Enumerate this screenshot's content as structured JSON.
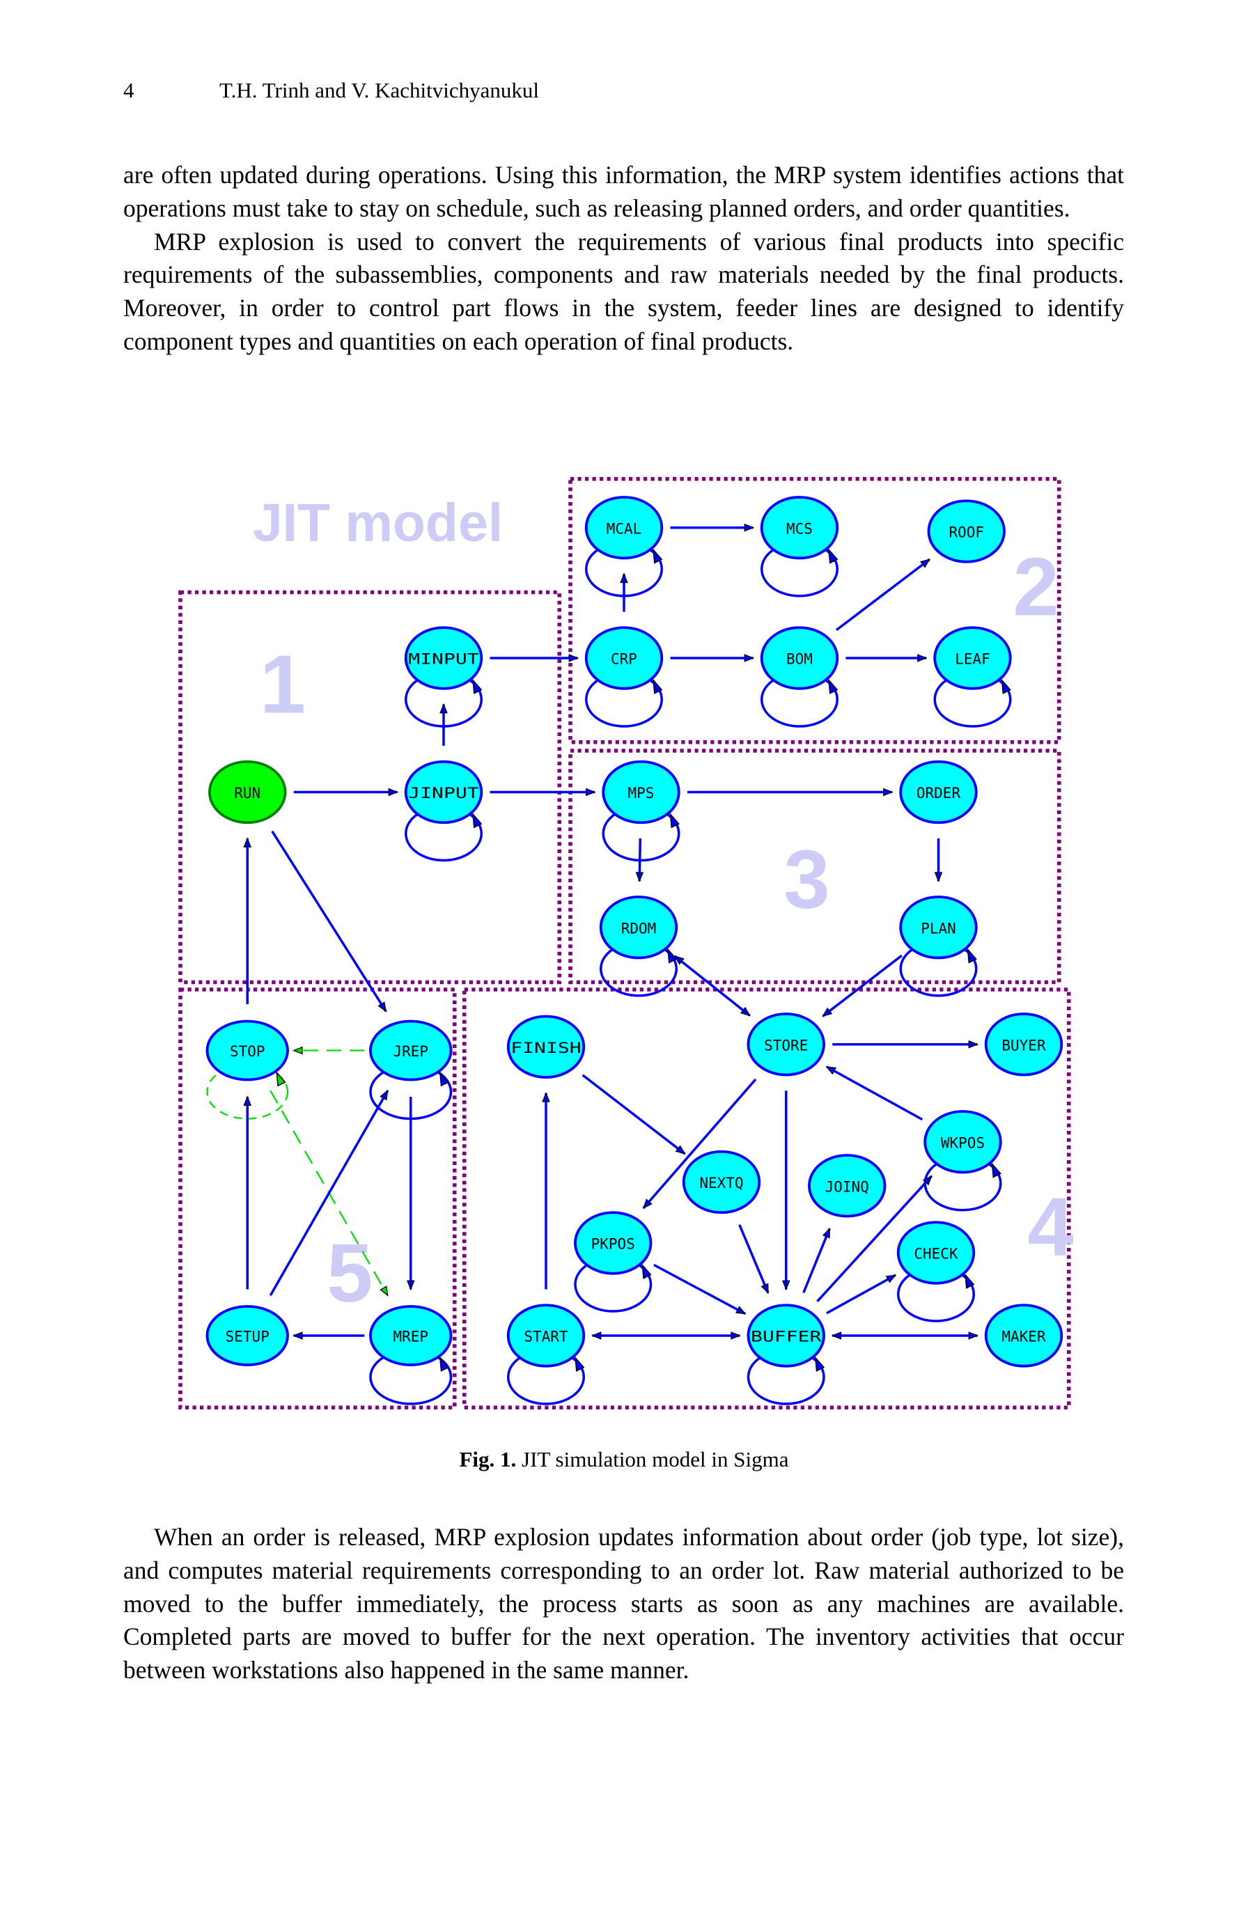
{
  "header": {
    "page_number": "4",
    "authors": "T.H. Trinh and V. Kachitvichyanukul"
  },
  "paragraphs_top": [
    {
      "indent": false,
      "text": "are often updated during operations. Using this information, the MRP system identifies actions that operations must take to stay on schedule, such as releasing planned orders, and order quantities."
    },
    {
      "indent": true,
      "text": "MRP explosion is used to convert the requirements of various final products into specific requirements of the subassemblies, components and raw materials needed by the final products. Moreover, in order to control part flows in the system, feeder lines are designed to identify component types and quantities on each operation of final products."
    }
  ],
  "figure": {
    "title": "JIT model",
    "colors": {
      "node_fill": "#00ffff",
      "node_stroke": "#0000ff",
      "run_fill": "#00ff00",
      "run_stroke": "#008000",
      "edge": "#0000ff",
      "dashed_edge": "#00dd00",
      "group_border": "#800080",
      "watermark": "#ccccf7"
    },
    "groups": [
      {
        "label": "1"
      },
      {
        "label": "2"
      },
      {
        "label": "3"
      },
      {
        "label": "4"
      },
      {
        "label": "5"
      }
    ],
    "nodes": [
      {
        "id": "MCAL",
        "label": "MCAL",
        "self_loop": true
      },
      {
        "id": "MCS",
        "label": "MCS",
        "self_loop": true
      },
      {
        "id": "ROOF",
        "label": "ROOF",
        "self_loop": false
      },
      {
        "id": "CRP",
        "label": "CRP",
        "self_loop": true
      },
      {
        "id": "BOM",
        "label": "BOM",
        "self_loop": true
      },
      {
        "id": "LEAF",
        "label": "LEAF",
        "self_loop": true
      },
      {
        "id": "MINPUT",
        "label": "MINPUT",
        "self_loop": true
      },
      {
        "id": "RUN",
        "label": "RUN",
        "self_loop": false,
        "start": true
      },
      {
        "id": "JINPUT",
        "label": "JINPUT",
        "self_loop": true
      },
      {
        "id": "MPS",
        "label": "MPS",
        "self_loop": true
      },
      {
        "id": "ORDER",
        "label": "ORDER",
        "self_loop": false
      },
      {
        "id": "RDOM",
        "label": "RDOM",
        "self_loop": true
      },
      {
        "id": "PLAN",
        "label": "PLAN",
        "self_loop": true
      },
      {
        "id": "STOP",
        "label": "STOP",
        "self_loop": "dashed"
      },
      {
        "id": "JREP",
        "label": "JREP",
        "self_loop": true
      },
      {
        "id": "FINISH",
        "label": "FINISH",
        "self_loop": false
      },
      {
        "id": "STORE",
        "label": "STORE",
        "self_loop": false
      },
      {
        "id": "BUYER",
        "label": "BUYER",
        "self_loop": false
      },
      {
        "id": "WKPOS",
        "label": "WKPOS",
        "self_loop": true
      },
      {
        "id": "NEXTQ",
        "label": "NEXTQ",
        "self_loop": false
      },
      {
        "id": "JOINQ",
        "label": "JOINQ",
        "self_loop": false
      },
      {
        "id": "PKPOS",
        "label": "PKPOS",
        "self_loop": true
      },
      {
        "id": "CHECK",
        "label": "CHECK",
        "self_loop": true
      },
      {
        "id": "SETUP",
        "label": "SETUP",
        "self_loop": false
      },
      {
        "id": "MREP",
        "label": "MREP",
        "self_loop": true
      },
      {
        "id": "START",
        "label": "START",
        "self_loop": true
      },
      {
        "id": "BUFFER",
        "label": "BUFFER",
        "self_loop": true
      },
      {
        "id": "MAKER",
        "label": "MAKER",
        "self_loop": false
      }
    ],
    "edges": [
      {
        "from": "MCAL",
        "to": "MCS"
      },
      {
        "from": "CRP",
        "to": "MCAL"
      },
      {
        "from": "CRP",
        "to": "BOM"
      },
      {
        "from": "BOM",
        "to": "ROOF"
      },
      {
        "from": "BOM",
        "to": "LEAF"
      },
      {
        "from": "MINPUT",
        "to": "CRP"
      },
      {
        "from": "JINPUT",
        "to": "MINPUT"
      },
      {
        "from": "RUN",
        "to": "JINPUT"
      },
      {
        "from": "JINPUT",
        "to": "MPS"
      },
      {
        "from": "RUN",
        "to": "JREP"
      },
      {
        "from": "STOP",
        "to": "RUN"
      },
      {
        "from": "MPS",
        "to": "ORDER"
      },
      {
        "from": "MPS",
        "to": "RDOM"
      },
      {
        "from": "ORDER",
        "to": "PLAN"
      },
      {
        "from": "RDOM",
        "to": "STORE",
        "bidirectional": true
      },
      {
        "from": "PLAN",
        "to": "STORE"
      },
      {
        "from": "STORE",
        "to": "BUYER"
      },
      {
        "from": "WKPOS",
        "to": "STORE"
      },
      {
        "from": "STORE",
        "to": "PKPOS"
      },
      {
        "from": "STORE",
        "to": "BUFFER"
      },
      {
        "from": "FINISH",
        "to": "NEXTQ"
      },
      {
        "from": "START",
        "to": "FINISH"
      },
      {
        "from": "NEXTQ",
        "to": "BUFFER"
      },
      {
        "from": "BUFFER",
        "to": "JOINQ"
      },
      {
        "from": "BUFFER",
        "to": "WKPOS"
      },
      {
        "from": "BUFFER",
        "to": "CHECK"
      },
      {
        "from": "PKPOS",
        "to": "BUFFER"
      },
      {
        "from": "START",
        "to": "BUFFER",
        "bidirectional": true
      },
      {
        "from": "BUFFER",
        "to": "MAKER",
        "bidirectional": true
      },
      {
        "from": "JREP",
        "to": "STOP",
        "dashed": true
      },
      {
        "from": "STOP",
        "to": "MREP",
        "dashed": true
      },
      {
        "from": "JREP",
        "to": "MREP"
      },
      {
        "from": "MREP",
        "to": "SETUP"
      },
      {
        "from": "SETUP",
        "to": "STOP"
      },
      {
        "from": "SETUP",
        "to": "JREP"
      }
    ]
  },
  "caption": {
    "label": "Fig. 1.",
    "text": " JIT simulation model in Sigma"
  },
  "paragraphs_bottom": [
    {
      "indent": true,
      "text": "When an order is released, MRP explosion updates information about order (job type, lot size), and computes material requirements corresponding to an order lot. Raw material authorized to be moved to the buffer immediately, the process starts as soon as any machines are available. Completed parts are moved to buffer for the next operation. The inventory activities that occur between workstations also happened in the same manner."
    }
  ]
}
